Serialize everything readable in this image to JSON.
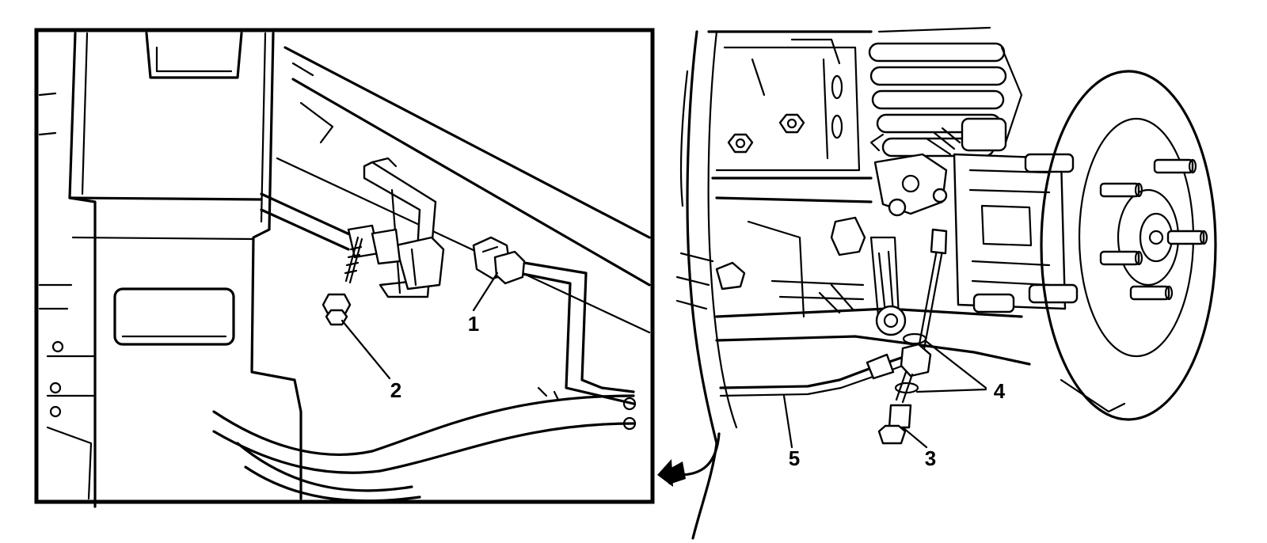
{
  "callouts": {
    "c1": "1",
    "c2": "2",
    "c3": "3",
    "c4": "4",
    "c5": "5"
  },
  "colors": {
    "ink": "#000000",
    "paper": "#ffffff"
  },
  "icons": {
    "arrow": "curved-arrow-icon"
  }
}
